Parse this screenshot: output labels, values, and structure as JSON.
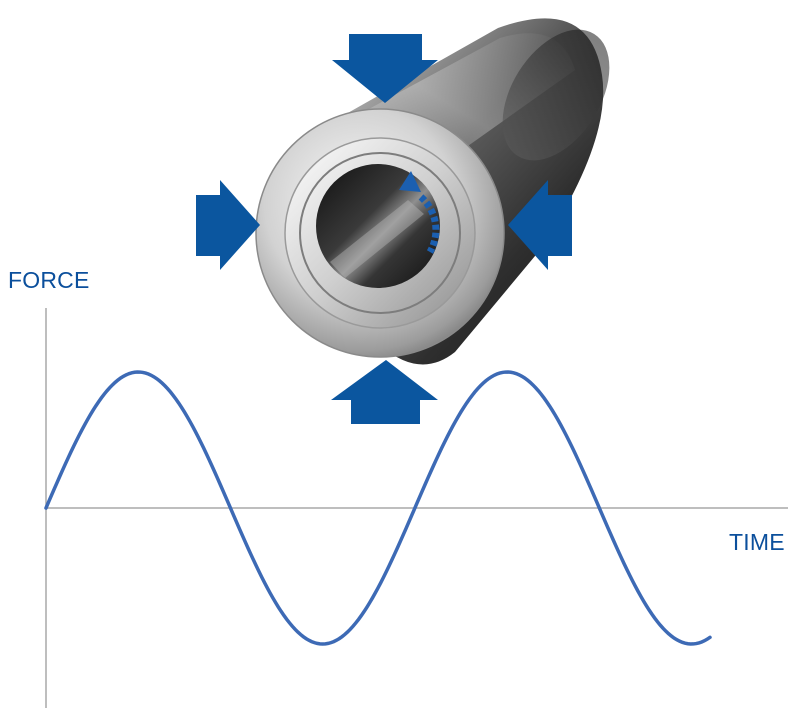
{
  "axes": {
    "y_label": "FORCE",
    "x_label": "TIME"
  },
  "wave": {
    "shape": "sine",
    "color": "#3d6ab5",
    "cycles": 1.8,
    "amplitude": 0.95,
    "phase_at_start": 0
  },
  "colors": {
    "arrow": "#0b569f",
    "axis": "#a8a8a8",
    "label": "#0b4f9c"
  },
  "illustration": {
    "subject": "steel-tube-under-radial-compression",
    "arrows": [
      "arrow-top",
      "arrow-left",
      "arrow-right",
      "arrow-bottom"
    ],
    "rotation_indicator": "curved-rotation-arrow-icon"
  }
}
